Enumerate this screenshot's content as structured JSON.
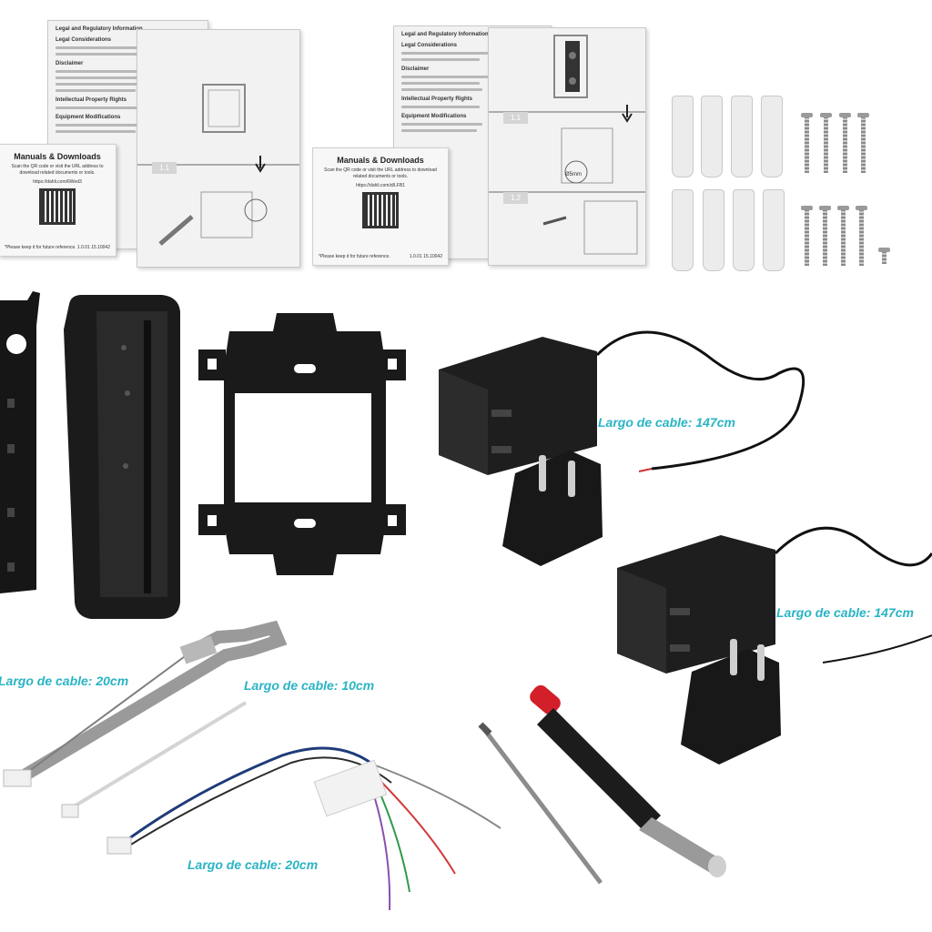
{
  "manuals": {
    "legal_title": "Legal and Regulatory Information",
    "legal_considerations": "Legal Considerations",
    "disclaimer": "Disclaimer",
    "ip_rights": "Intellectual Property Rights",
    "equipment_mods": "Equipment Modifications",
    "card_title": "Manuals & Downloads",
    "card_text": "Scan the QR code or visit the URL address to download related documents or tools.",
    "card_1_url": "https://dahli.com/6Wed3",
    "card_2_url": "https://dahli.com/d/LFB1",
    "card_keep": "*Please keep it for future reference.",
    "card_version": "1.0.01 15.10042",
    "step_1_1": "1.1",
    "step_1_2": "1.2",
    "drill_size": "Ø5mm"
  },
  "labels": {
    "power_cable_1": "Largo de cable: 147cm",
    "power_cable_2": "Largo de cable: 147cm",
    "ribbon_cable": "Largo de cable: 20cm",
    "thin_cable": "Largo de cable: 10cm",
    "harness_cable": "Largo de cable: 20cm"
  },
  "colors": {
    "label": "#29b4c4",
    "plastic": "#1a1a1a",
    "screwdriver_cap": "#d21f2a"
  }
}
